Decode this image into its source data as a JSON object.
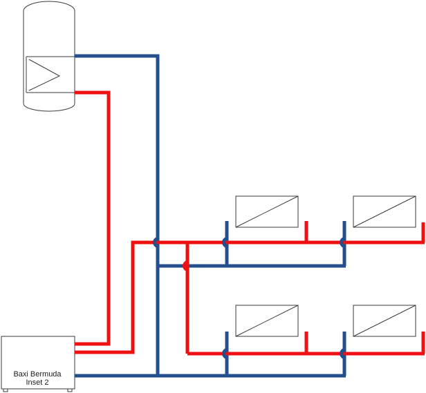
{
  "boiler": {
    "label_line1": "Baxi Bermuda",
    "label_line2": "Inset 2"
  },
  "colors": {
    "flow_pipe": "#ee1111",
    "return_pipe": "#234f8e",
    "outline": "#3a3a3a"
  },
  "components": {
    "cylinder": "hot-water-cylinder",
    "coil": "heat-exchanger-coil",
    "radiators": [
      "radiator",
      "radiator",
      "radiator",
      "radiator"
    ]
  }
}
